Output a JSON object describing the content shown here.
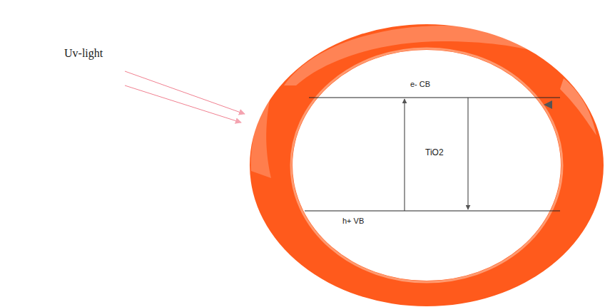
{
  "diagram": {
    "labels": [
      "Uv-light",
      "e- CB",
      "TiO2",
      "h+ VB"
    ]
  }
}
